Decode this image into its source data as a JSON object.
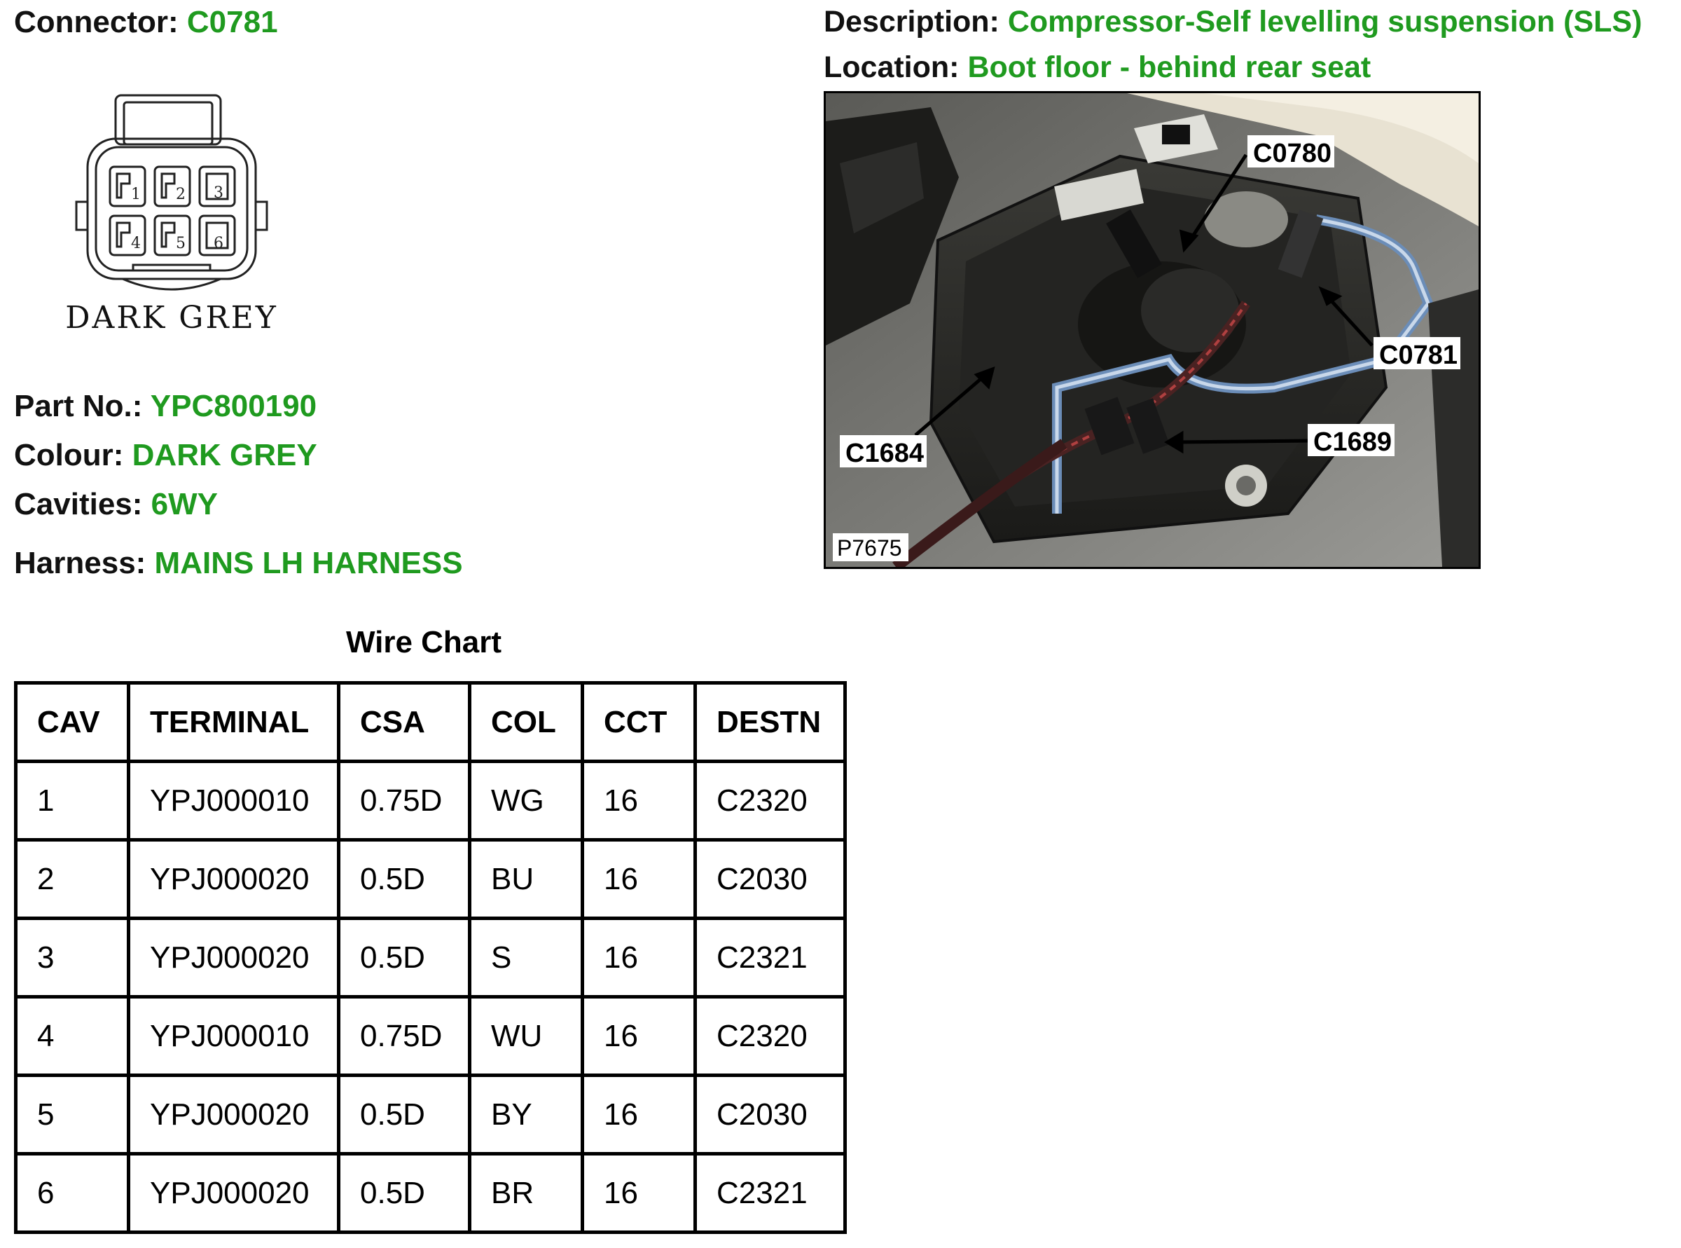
{
  "connector": {
    "label": "Connector:",
    "value": "C0781"
  },
  "description": {
    "label": "Description:",
    "value": "Compressor-Self levelling suspension (SLS)"
  },
  "location": {
    "label": "Location:",
    "value": "Boot floor - behind rear seat"
  },
  "diagram": {
    "caption": "DARK GREY",
    "pins": [
      "1",
      "2",
      "3",
      "4",
      "5",
      "6"
    ]
  },
  "photo": {
    "ref": "P7675",
    "callouts": [
      "C0780",
      "C0781",
      "C1684",
      "C1689"
    ]
  },
  "part_no": {
    "label": "Part No.:",
    "value": "YPC800190"
  },
  "colour": {
    "label": "Colour:",
    "value": "DARK GREY"
  },
  "cavities": {
    "label": "Cavities:",
    "value": "6WY"
  },
  "harness": {
    "label": "Harness:",
    "value": "MAINS LH HARNESS"
  },
  "wire_chart": {
    "title": "Wire Chart",
    "headers": [
      "CAV",
      "TERMINAL",
      "CSA",
      "COL",
      "CCT",
      "DESTN"
    ],
    "rows": [
      [
        "1",
        "YPJ000010",
        "0.75D",
        "WG",
        "16",
        "C2320"
      ],
      [
        "2",
        "YPJ000020",
        "0.5D",
        "BU",
        "16",
        "C2030"
      ],
      [
        "3",
        "YPJ000020",
        "0.5D",
        "S",
        "16",
        "C2321"
      ],
      [
        "4",
        "YPJ000010",
        "0.75D",
        "WU",
        "16",
        "C2320"
      ],
      [
        "5",
        "YPJ000020",
        "0.5D",
        "BY",
        "16",
        "C2030"
      ],
      [
        "6",
        "YPJ000020",
        "0.5D",
        "BR",
        "16",
        "C2321"
      ]
    ]
  },
  "colors": {
    "accent": "#1f9a1f",
    "text": "#111111"
  }
}
